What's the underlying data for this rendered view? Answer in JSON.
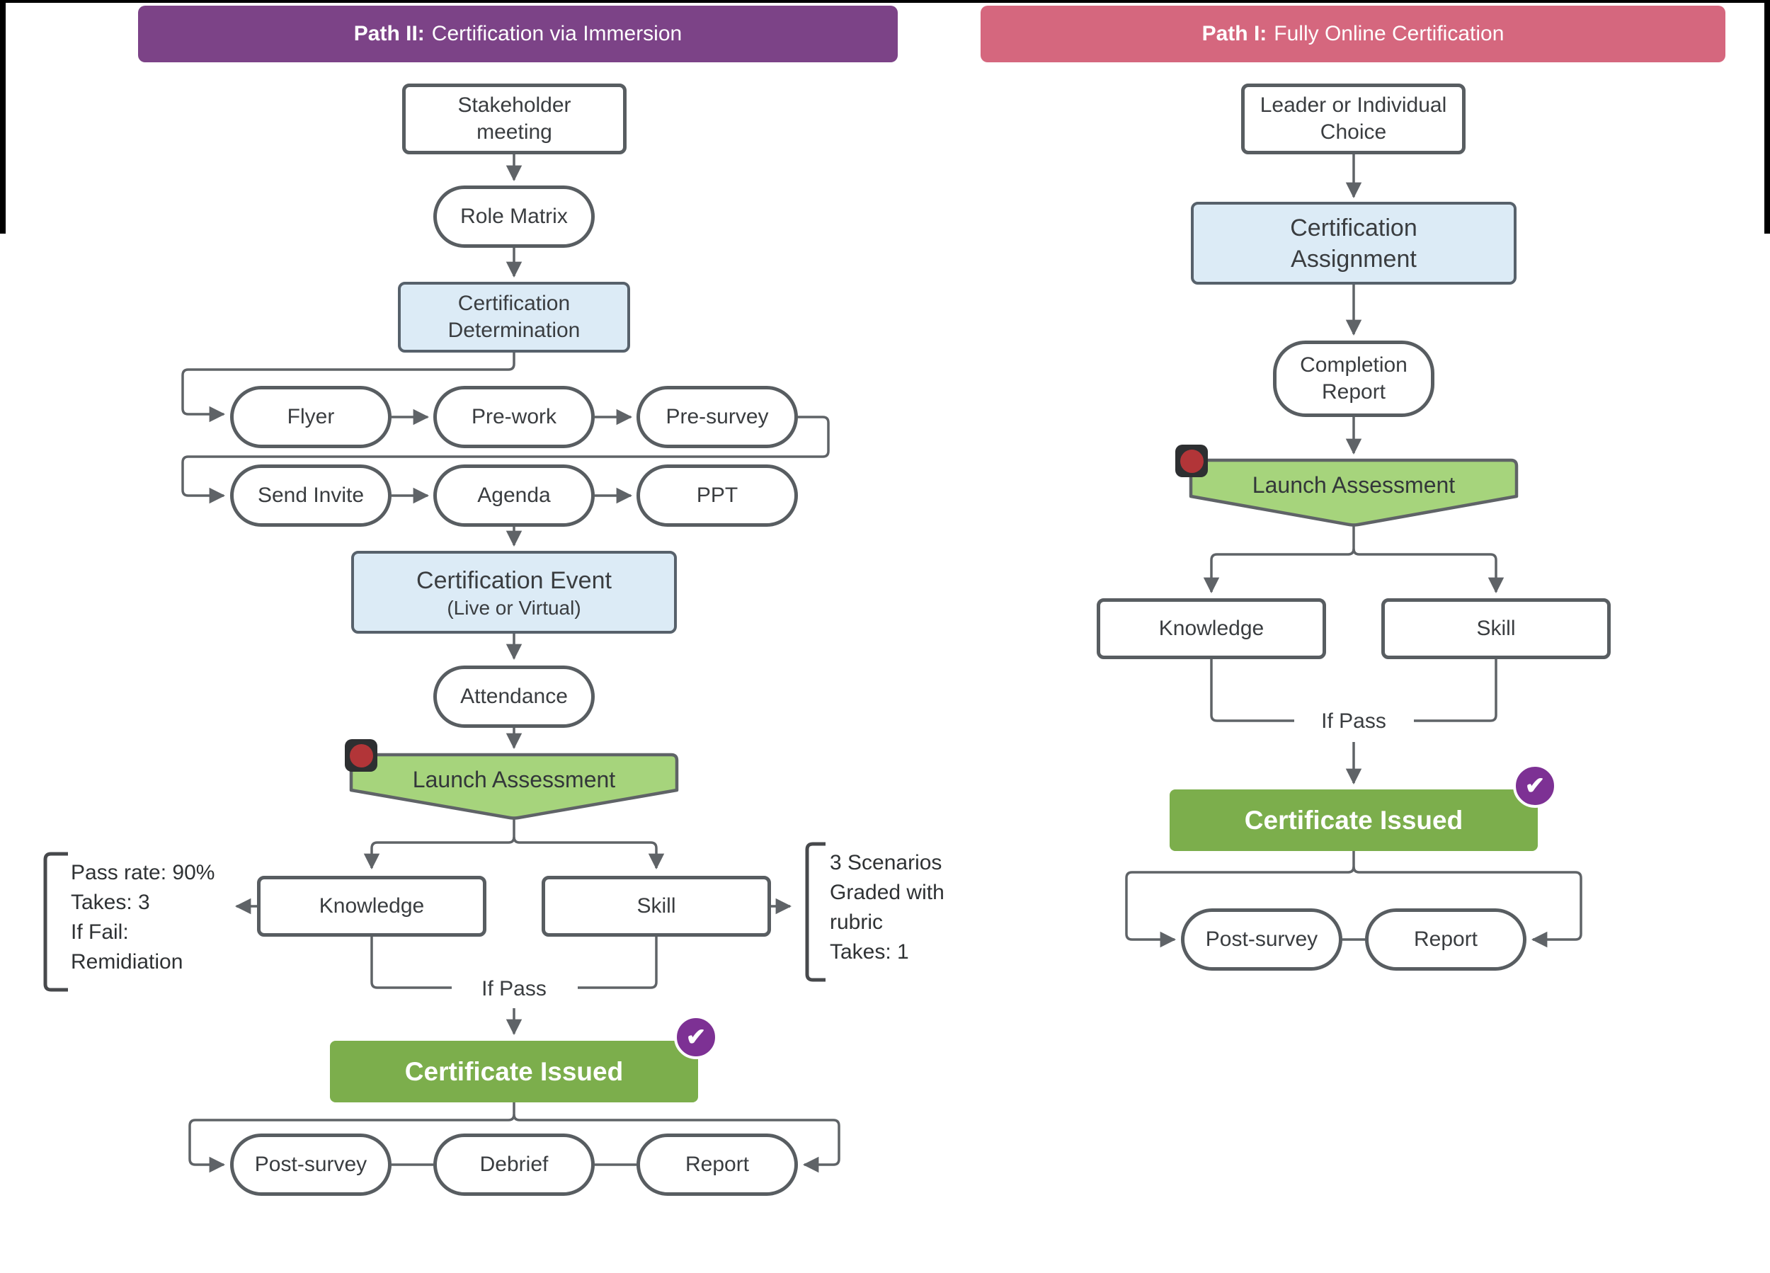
{
  "colors": {
    "purple": "#7c4387",
    "pink": "#d5677e",
    "blue-fill": "#dcebf6",
    "blue-border": "#57616b",
    "green-banner": "#a6d47c",
    "green-box": "#7cae4c",
    "badge-purple": "#7d3194",
    "node-border": "#585d61",
    "line": "#5f6367",
    "text": "#3a3d40",
    "stop-red": "#b23538",
    "stop-bg": "#2d2f31"
  },
  "path2": {
    "header": {
      "prefix": "Path II:",
      "title": "Certification via Immersion"
    },
    "nodes": {
      "stakeholder": "Stakeholder\nmeeting",
      "role_matrix": "Role Matrix",
      "cert_determination": "Certification\nDetermination",
      "flyer": "Flyer",
      "pre_work": "Pre-work",
      "pre_survey": "Pre-survey",
      "send_invite": "Send Invite",
      "agenda": "Agenda",
      "ppt": "PPT",
      "cert_event_line1": "Certification Event",
      "cert_event_line2": "(Live or Virtual)",
      "attendance": "Attendance",
      "launch_assessment": "Launch Assessment",
      "knowledge": "Knowledge",
      "skill": "Skill",
      "if_pass": "If Pass",
      "certificate_issued": "Certificate Issued",
      "post_survey": "Post-survey",
      "debrief": "Debrief",
      "report": "Report"
    },
    "notes": {
      "left": [
        "Pass rate: 90%",
        "Takes: 3",
        "If Fail:",
        "Remidiation"
      ],
      "right": [
        "3 Scenarios",
        "Graded with",
        "rubric",
        "Takes: 1"
      ]
    }
  },
  "path1": {
    "header": {
      "prefix": "Path I:",
      "title": "Fully Online Certification"
    },
    "nodes": {
      "leader_choice": "Leader or Individual\nChoice",
      "cert_assignment": "Certification\nAssignment",
      "completion_report": "Completion\nReport",
      "launch_assessment": "Launch Assessment",
      "knowledge": "Knowledge",
      "skill": "Skill",
      "if_pass": "If Pass",
      "certificate_issued": "Certificate Issued",
      "post_survey": "Post-survey",
      "report": "Report"
    }
  },
  "icons": {
    "check": "✔"
  }
}
